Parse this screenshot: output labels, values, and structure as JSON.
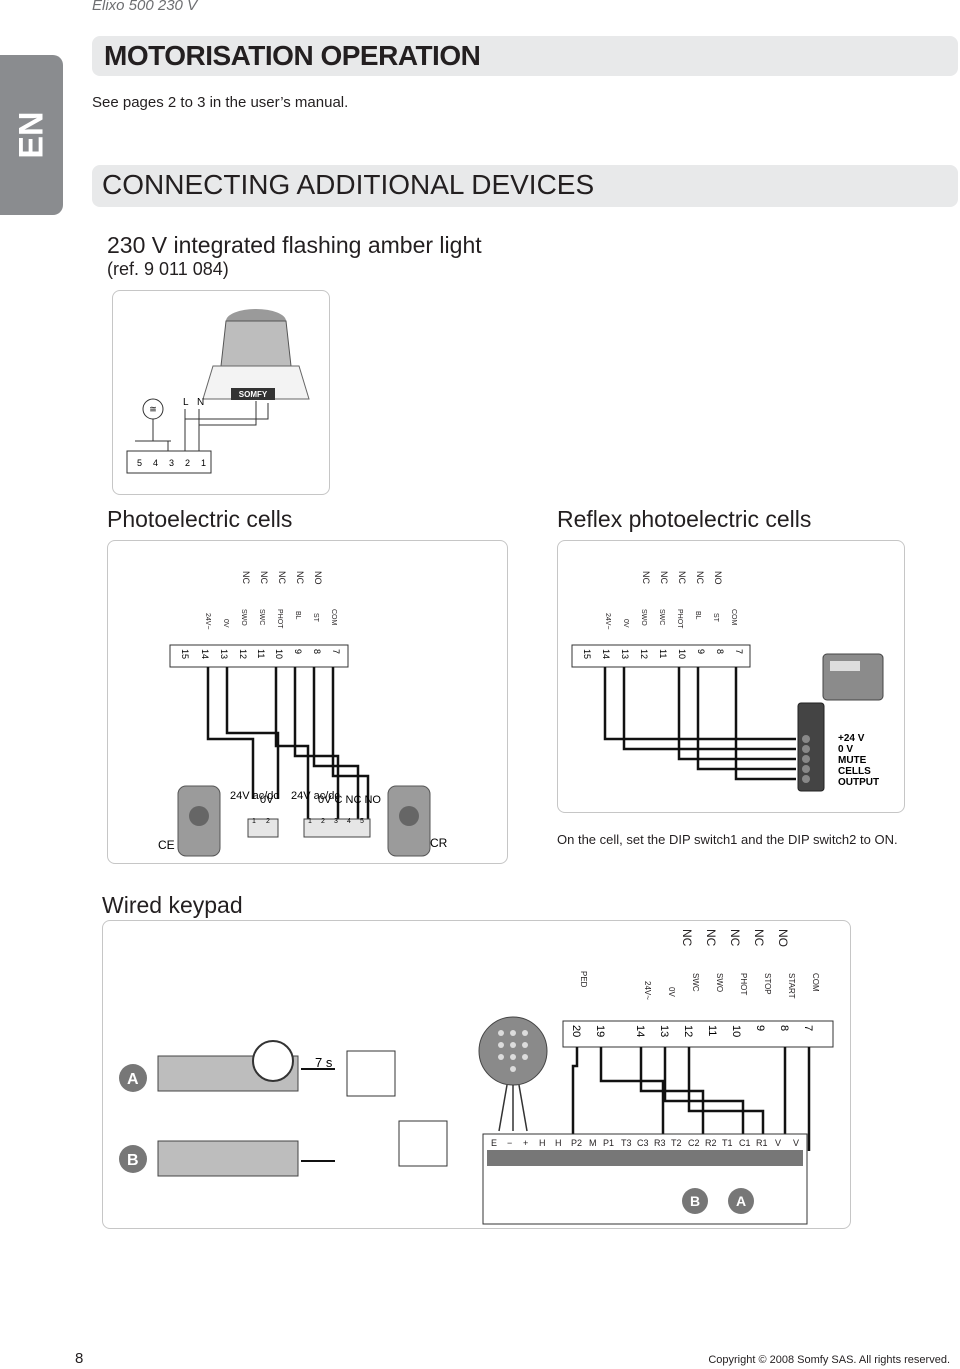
{
  "header": {
    "product": "Elixo 500 230 V"
  },
  "lang_tab": "EN",
  "section1": {
    "title": "MOTORISATION OPERATION",
    "intro": "See pages 2 to 3 in the user’s manual."
  },
  "section2": {
    "title": "CONNECTING ADDITIONAL DEVICES"
  },
  "light": {
    "title": "230 V integrated flashing amber light",
    "ref": "(ref. 9 011 084)",
    "brand": "SOMFY",
    "wire_labels": [
      "L",
      "N"
    ],
    "terminals": [
      "5",
      "4",
      "3",
      "2",
      "1"
    ]
  },
  "cells": {
    "title": "Photoelectric cells",
    "contacts": [
      "NC",
      "NC",
      "NC",
      "NC",
      "NO"
    ],
    "signals": [
      "24V~",
      "0V",
      "SWO",
      "SWC",
      "PHOT",
      "BL",
      "ST",
      "COM"
    ],
    "terminals": [
      "15",
      "14",
      "13",
      "12",
      "11",
      "10",
      "9",
      "8",
      "7"
    ],
    "emitter_label": "CE",
    "receiver_label": "CR",
    "emitter_power": "24V ac/dc",
    "emitter_0v": "0V",
    "receiver_power": "24V ac/dc",
    "receiver_contacts": "0V C NC NO",
    "emitter_pins": [
      "1",
      "2"
    ],
    "receiver_pins": [
      "1",
      "2",
      "3",
      "4",
      "5"
    ]
  },
  "reflex": {
    "title": "Reflex photoelectric cells",
    "contacts": [
      "NC",
      "NC",
      "NC",
      "NC",
      "NO"
    ],
    "signals": [
      "24V~",
      "0V",
      "SWO",
      "SWC",
      "PHOT",
      "BL",
      "ST",
      "COM"
    ],
    "terminals": [
      "15",
      "14",
      "13",
      "12",
      "11",
      "10",
      "9",
      "8",
      "7"
    ],
    "outputs": [
      "+24 V",
      "0 V",
      "MUTE",
      "CELLS",
      "OUTPUT"
    ],
    "note": "On the cell, set the DIP switch1 and the DIP switch2 to ON."
  },
  "keypad": {
    "title": "Wired keypad",
    "contacts": [
      "NC",
      "NC",
      "NC",
      "NC",
      "NO"
    ],
    "signals": [
      "PED",
      "24V~",
      "0V",
      "SWC",
      "SWO",
      "PHOT",
      "STOP",
      "START",
      "COM"
    ],
    "terminals": [
      "20",
      "19",
      "14",
      "13",
      "12",
      "11",
      "10",
      "9",
      "8",
      "7"
    ],
    "bus": [
      "E",
      "−",
      "+",
      "H",
      "H",
      "P2",
      "M",
      "P1",
      "T3",
      "C3",
      "R3",
      "T2",
      "C2",
      "R2",
      "T1",
      "C1",
      "R1",
      "V",
      "V"
    ],
    "time_label": "7 s",
    "step_a": "A",
    "step_b": "B"
  },
  "footer": {
    "page": "8",
    "copyright": "Copyright © 2008 Somfy SAS. All rights reserved."
  }
}
